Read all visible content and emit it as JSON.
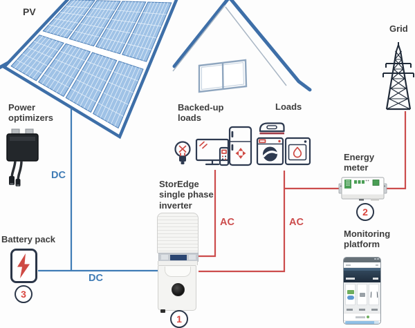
{
  "labels": {
    "pv": "PV",
    "power_optimizers": "Power optimizers",
    "backed_up_loads": "Backed-up loads",
    "loads": "Loads",
    "grid": "Grid",
    "energy_meter": "Energy meter",
    "inverter": "StorEdge single phase inverter",
    "battery_pack": "Battery pack",
    "monitoring_platform": "Monitoring platform"
  },
  "line_labels": {
    "dc_vertical": "DC",
    "dc_horizontal": "DC",
    "ac_backed_up": "AC",
    "ac_loads": "AC"
  },
  "badges": {
    "inverter": "1",
    "energy_meter": "2",
    "battery_pack": "3"
  },
  "colors": {
    "dc_line": "#3f7cb6",
    "ac_line": "#cc4c4c",
    "panel_cell": "#9fc2e6",
    "panel_cell_line": "#e8f1fa",
    "panel_module_edge": "#4a7cb5",
    "panel_frame": "#3e6fa8",
    "roof_line": "#3e6fa8",
    "icon_outline": "#2e3a50",
    "icon_accent": "#cf4a44",
    "label_text": "#3d3d3d",
    "number_text": "#d9453e",
    "meter_pcb_green": "#4a9e55"
  }
}
